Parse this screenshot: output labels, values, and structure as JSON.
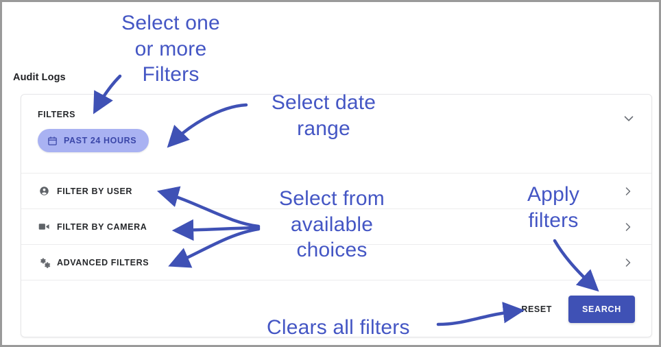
{
  "page": {
    "title": "Audit Logs"
  },
  "card": {
    "filters_section": {
      "label": "FILTERS",
      "collapse_icon": "chevron-down-icon",
      "chip": {
        "icon": "calendar-icon",
        "label": "PAST 24 HOURS"
      }
    },
    "rows": [
      {
        "icon": "account-circle-icon",
        "label": "FILTER BY USER",
        "chevron": "chevron-right-icon"
      },
      {
        "icon": "videocam-icon",
        "label": "FILTER BY CAMERA",
        "chevron": "chevron-right-icon"
      },
      {
        "icon": "settings-gears-icon",
        "label": "ADVANCED FILTERS",
        "chevron": "chevron-right-icon"
      }
    ],
    "footer": {
      "reset_label": "RESET",
      "search_label": "SEARCH"
    }
  },
  "annotations": [
    {
      "id": "select-one-or-more-filters",
      "text": "Select one\nor more\nFilters"
    },
    {
      "id": "select-date-range",
      "text": "Select date\nrange"
    },
    {
      "id": "select-from-available-choices",
      "text": "Select from\navailable\nchoices"
    },
    {
      "id": "apply-filters",
      "text": "Apply\nfilters"
    },
    {
      "id": "clears-all-filters",
      "text": "Clears all filters"
    }
  ],
  "colors": {
    "annotation": "#4456c4",
    "arrow": "#3f51b5",
    "primary_button": "#3f51b5",
    "chip_background": "#a9b2f2",
    "chip_text": "#3a46a8",
    "frame_border": "#9a9a9a"
  }
}
